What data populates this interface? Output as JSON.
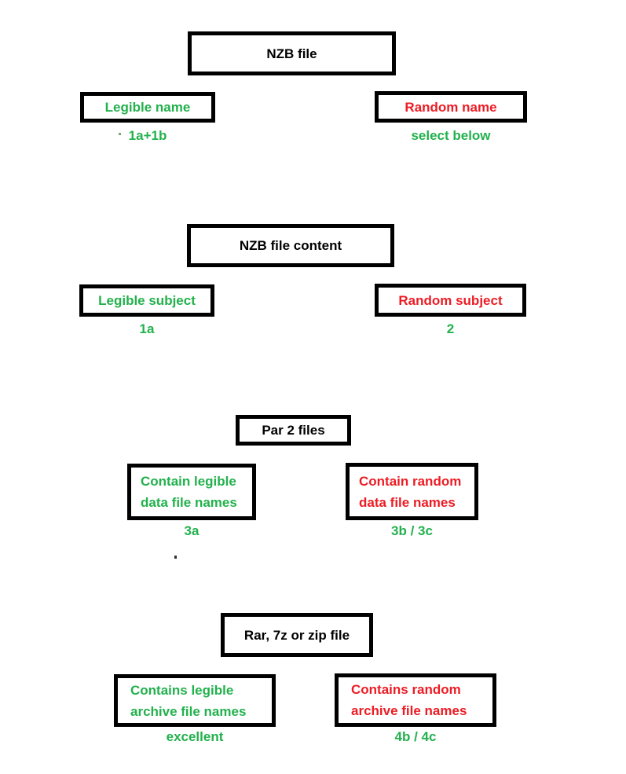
{
  "diagram": {
    "description": "NZB file naming flowchart",
    "colors": {
      "positive_green": "#22B14C",
      "negative_red": "#ED1C24",
      "box_border": "#000000",
      "background": "#ffffff"
    },
    "sections": [
      {
        "id": "nzb-file",
        "title": "NZB file",
        "left": {
          "label": "Legible name",
          "caption": "1a+1b"
        },
        "right": {
          "label": "Random name",
          "caption": "select below"
        }
      },
      {
        "id": "nzb-file-content",
        "title": "NZB file content",
        "left": {
          "label": "Legible subject",
          "caption": "1a"
        },
        "right": {
          "label": "Random subject",
          "caption": "2"
        }
      },
      {
        "id": "par2-files",
        "title": "Par 2 files",
        "left": {
          "label": "Contain legible\ndata file names",
          "caption": "3a"
        },
        "right": {
          "label": "Contain random\ndata file names",
          "caption": "3b / 3c"
        }
      },
      {
        "id": "archive-file",
        "title": "Rar, 7z or zip file",
        "left": {
          "label": "Contains legible\narchive file names",
          "caption": "excellent"
        },
        "right": {
          "label": "Contains random\narchive file names",
          "caption": "4b / 4c"
        }
      }
    ]
  }
}
